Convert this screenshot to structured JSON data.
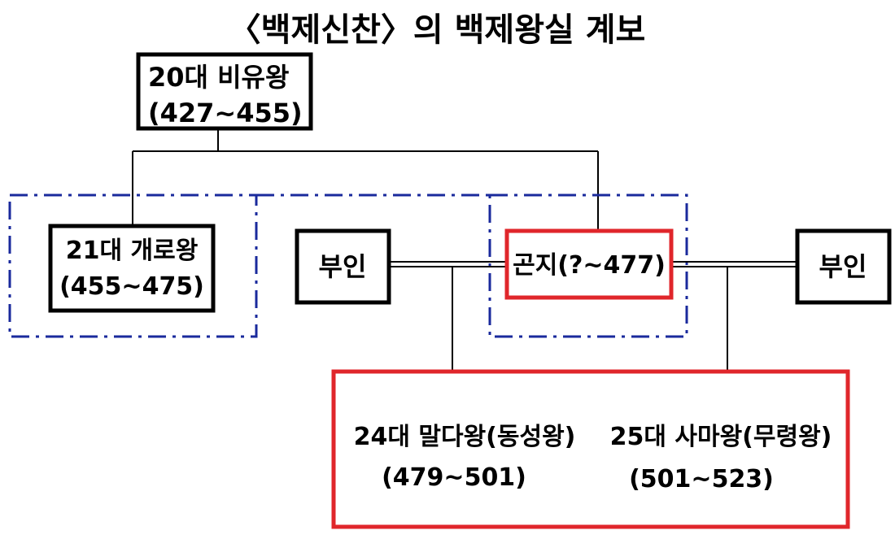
{
  "title": "〈백제신찬〉의 백제왕실 계보",
  "nodes": {
    "king20": {
      "line1": "20대 비유왕",
      "line2": "(427~455)"
    },
    "king21": {
      "line1": "21대 개로왕",
      "line2": "(455~475)"
    },
    "wife_left": {
      "label": "부인"
    },
    "gonji": {
      "label": "곤지(?~477)"
    },
    "wife_right": {
      "label": "부인"
    },
    "sons": {
      "king24": {
        "line1": "24대 말다왕(동성왕)",
        "line2": "(479~501)"
      },
      "king25": {
        "line1": "25대 사마왕(무령왕)",
        "line2": "(501~523)"
      }
    }
  },
  "colors": {
    "box_border": "#000000",
    "highlight_border": "#e0262b",
    "dashdot_group": "#1a2a9c",
    "line": "#000000"
  }
}
